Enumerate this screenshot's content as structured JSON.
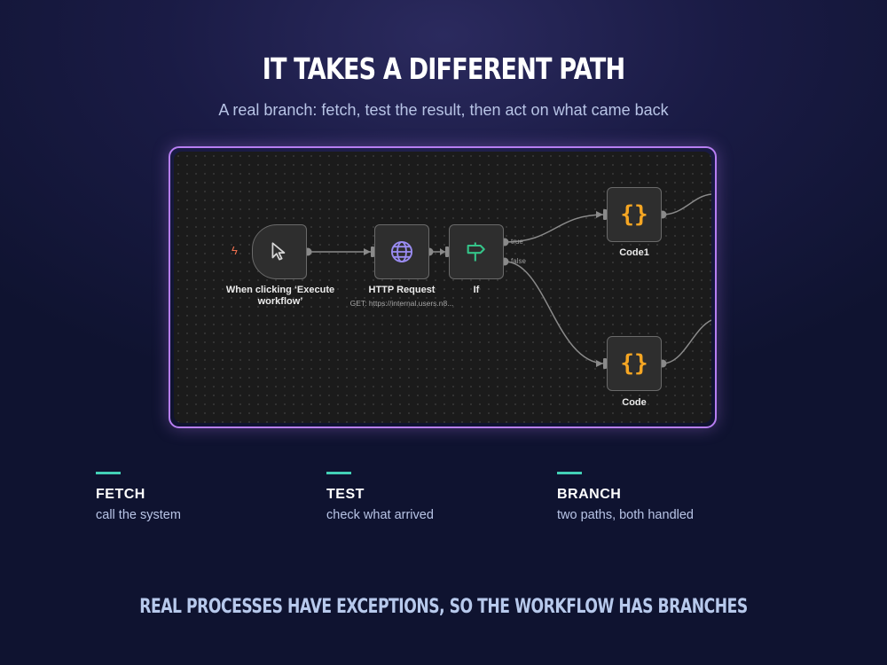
{
  "header": {
    "title": "IT TAKES A DIFFERENT PATH",
    "subtitle": "A real branch: fetch, test the result, then act on what came back"
  },
  "workflow": {
    "nodes": [
      {
        "id": "trigger",
        "label_line1": "When clicking ‘Execute",
        "label_line2": "workflow’",
        "icon": "cursor-icon"
      },
      {
        "id": "http",
        "label": "HTTP Request",
        "sublabel": "GET: https://internal.users.n8...",
        "icon": "globe-icon"
      },
      {
        "id": "if",
        "label": "If",
        "icon": "signpost-icon"
      },
      {
        "id": "code1",
        "label": "Code1",
        "icon": "curly-braces-icon",
        "glyph": "{}"
      },
      {
        "id": "code",
        "label": "Code",
        "icon": "curly-braces-icon",
        "glyph": "{}"
      }
    ],
    "ports": {
      "true_label": "true",
      "false_label": "false"
    },
    "colors": {
      "frame": "#b77ef2",
      "trigger_bolt": "#ef6f4e",
      "globe": "#9a8cf2",
      "if_icon": "#35c489",
      "code": "#f5a623"
    }
  },
  "steps": [
    {
      "title": "FETCH",
      "desc": "call the system"
    },
    {
      "title": "TEST",
      "desc": "check what arrived"
    },
    {
      "title": "BRANCH",
      "desc": "two paths, both handled"
    }
  ],
  "accent": "#43d0b6",
  "footer": "REAL PROCESSES HAVE EXCEPTIONS, SO THE WORKFLOW HAS BRANCHES"
}
